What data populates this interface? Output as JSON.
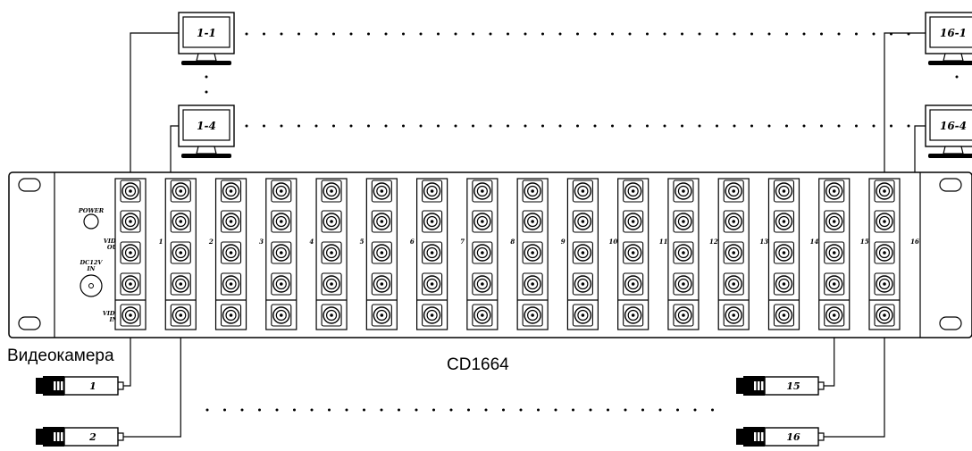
{
  "product_label": "CD1664",
  "camera_caption": "Видеокамера",
  "panel": {
    "power_label": "POWER",
    "video_out_label": [
      "VIDEO",
      "OUT"
    ],
    "dc_label": [
      "DC12V",
      "IN"
    ],
    "video_in_label": [
      "VIDEO",
      "IN"
    ],
    "column_numbers": [
      "1",
      "2",
      "3",
      "4",
      "5",
      "6",
      "7",
      "8",
      "9",
      "10",
      "11",
      "12",
      "13",
      "14",
      "15",
      "16"
    ]
  },
  "monitors": [
    {
      "id": "monitor-1-1",
      "label": "1-1"
    },
    {
      "id": "monitor-1-4",
      "label": "1-4"
    },
    {
      "id": "monitor-16-1",
      "label": "16-1"
    },
    {
      "id": "monitor-16-4",
      "label": "16-4"
    }
  ],
  "cameras": [
    {
      "id": "camera-1",
      "label": "1"
    },
    {
      "id": "camera-2",
      "label": "2"
    },
    {
      "id": "camera-15",
      "label": "15"
    },
    {
      "id": "camera-16",
      "label": "16"
    }
  ]
}
